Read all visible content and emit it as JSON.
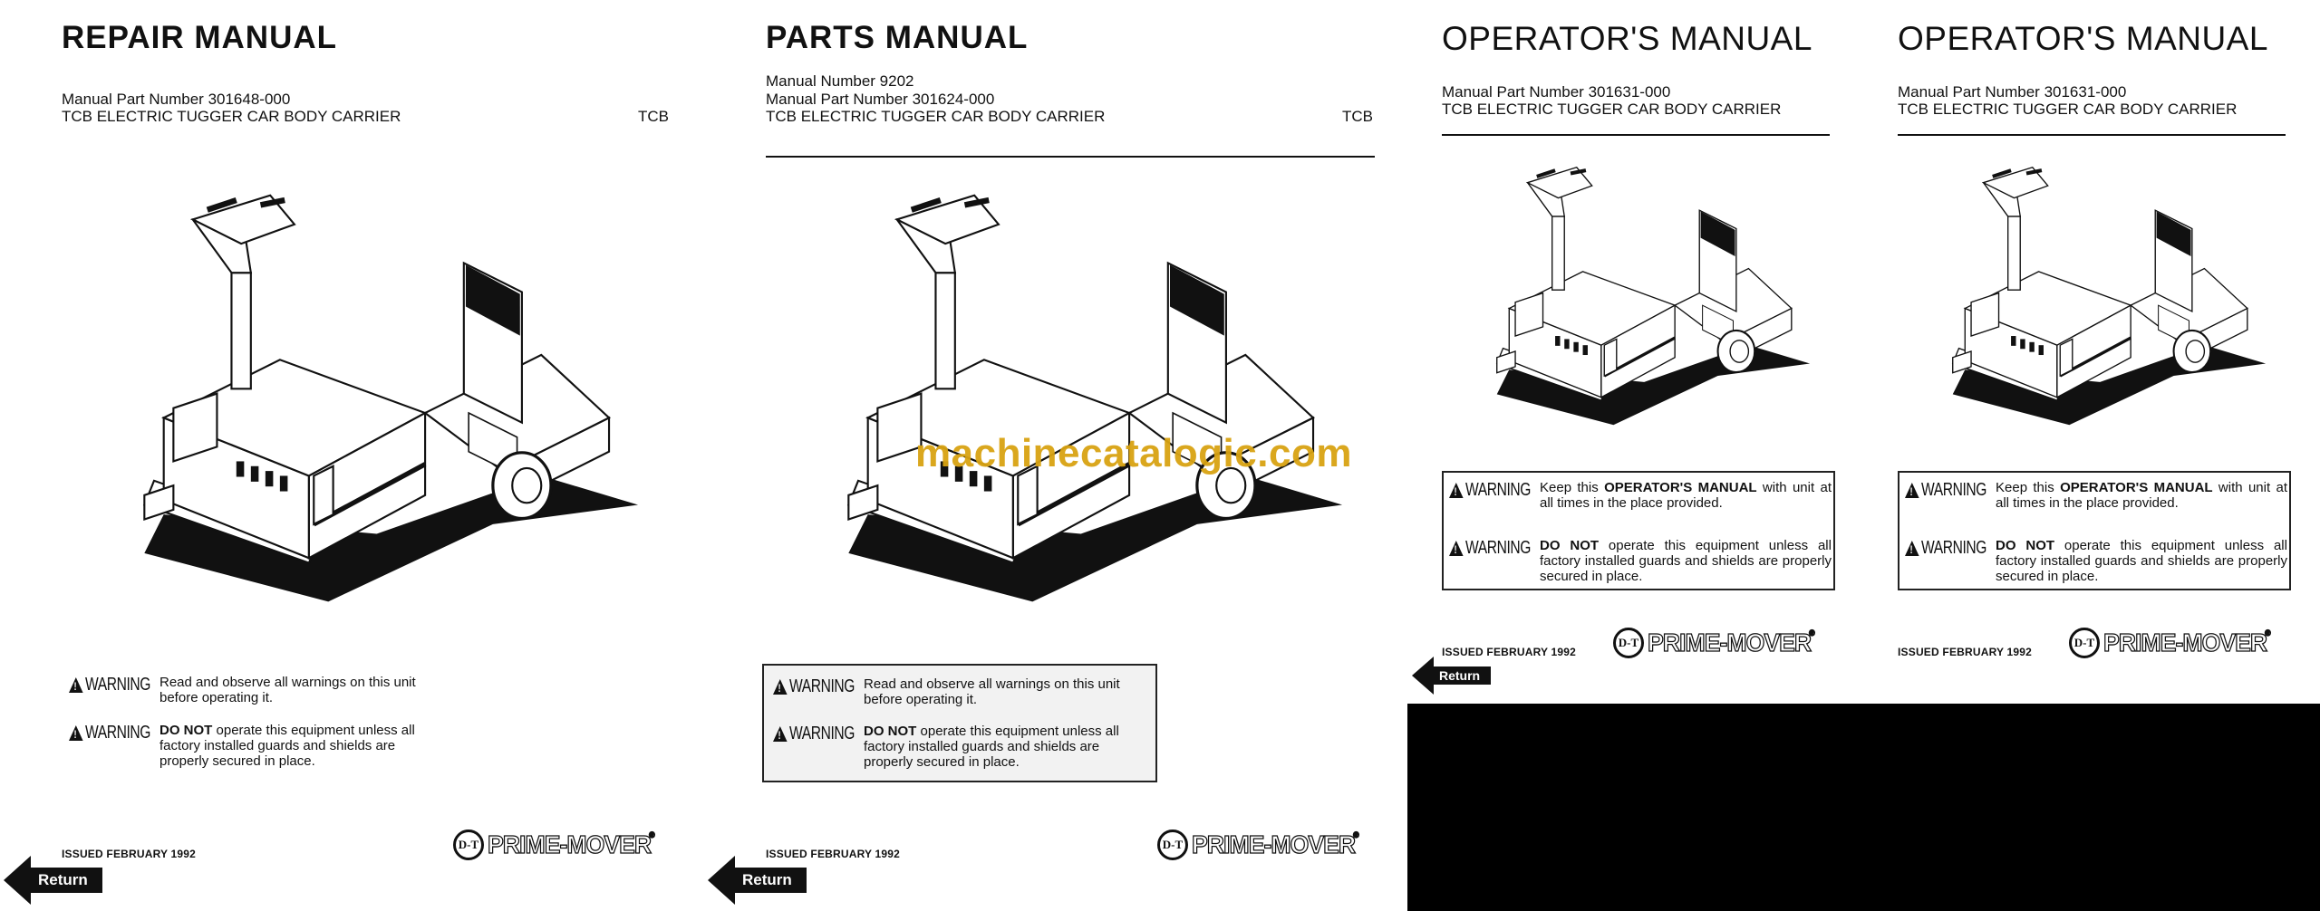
{
  "warning_label": "WARNING",
  "return_label": "Return",
  "logo": {
    "monogram": "D-T",
    "text": "PRIME-MOVER",
    "reg": "®"
  },
  "watermark": "machinecatalogic.com",
  "panels": [
    {
      "title": "REPAIR MANUAL",
      "number_line": "",
      "part_line": "Manual Part Number 301648-000",
      "subject": "TCB ELECTRIC TUGGER CAR BODY CARRIER",
      "code": "TCB",
      "warnings": [
        {
          "bold": "",
          "text": "Read and observe all warnings on this unit before operating it."
        },
        {
          "bold": "DO NOT",
          "text": " operate this equipment unless all factory installed guards and shields are properly secured in place."
        }
      ],
      "issued": "ISSUED FEBRUARY 1992"
    },
    {
      "title": "PARTS MANUAL",
      "number_line": "Manual Number 9202",
      "part_line": "Manual Part Number 301624-000",
      "subject": "TCB ELECTRIC TUGGER CAR BODY CARRIER",
      "code": "TCB",
      "warnings": [
        {
          "bold": "",
          "text": "Read and observe all warnings on this unit before operating it."
        },
        {
          "bold": "DO NOT",
          "text": " operate this equipment unless all factory installed guards and shields are properly secured in place."
        }
      ],
      "issued": "ISSUED FEBRUARY 1992"
    },
    {
      "title": "OPERATOR'S MANUAL",
      "part_line": "Manual Part Number 301631-000",
      "subject": "TCB ELECTRIC TUGGER CAR BODY CARRIER",
      "warnings": [
        {
          "pre": "Keep this ",
          "bold": "OPERATOR'S MANUAL",
          "text": " with unit at all times in the place provided."
        },
        {
          "pre": "",
          "bold": "DO NOT",
          "text": " operate this equipment unless all factory installed guards and shields are properly secured in place."
        }
      ],
      "issued": "ISSUED FEBRUARY 1992"
    },
    {
      "title": "OPERATOR'S MANUAL",
      "part_line": "Manual Part Number 301631-000",
      "subject": "TCB ELECTRIC TUGGER CAR BODY CARRIER",
      "warnings": [
        {
          "pre": "Keep this ",
          "bold": "OPERATOR'S MANUAL",
          "text": " with unit at all times in the place provided."
        },
        {
          "pre": "",
          "bold": "DO NOT",
          "text": " operate this equipment unless all factory installed guards and shields are properly secured in place."
        }
      ],
      "issued": "ISSUED FEBRUARY 1992"
    }
  ]
}
